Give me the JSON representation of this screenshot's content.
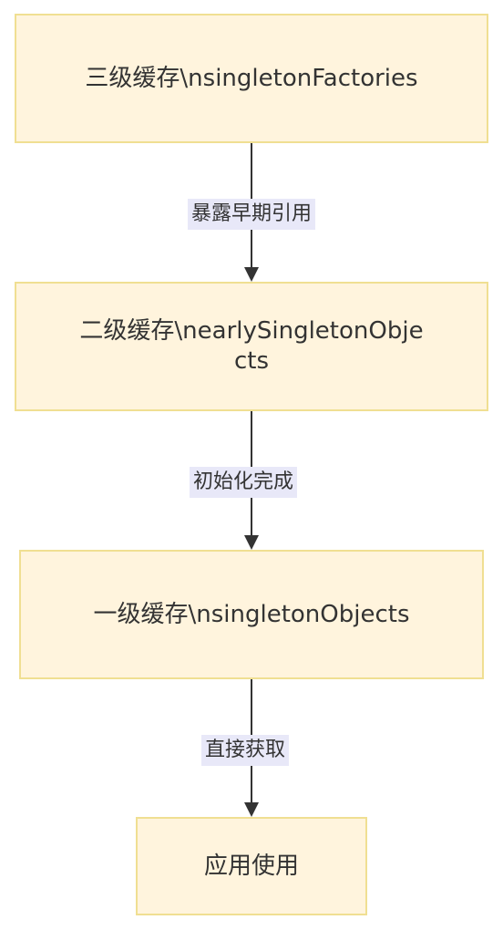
{
  "nodes": {
    "tier3": "三级缓存\\nsingletonFactories",
    "tier2": "二级缓存\\nearlySingletonObjects",
    "tier1": "一级缓存\\nsingletonObjects",
    "use": "应用使用"
  },
  "edges": {
    "tier3_to_tier2": "暴露早期引用",
    "tier2_to_tier1": "初始化完成",
    "tier1_to_use": "直接获取"
  },
  "colors": {
    "node_fill": "#fff4dd",
    "node_border": "#f0df92",
    "edge_label_bg": "#e8e8f8",
    "line": "#333333"
  }
}
